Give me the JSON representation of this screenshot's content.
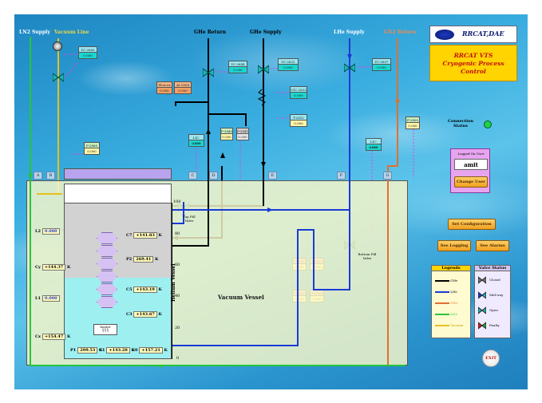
{
  "header": {
    "logo_text": "RRCAT,DAE",
    "title_line1": "RRCAT VTS",
    "title_line2": "Cryogenic Process",
    "title_line3": "Control"
  },
  "lines": {
    "ln2_supply": "LN2 Supply",
    "vacuum_line": "Vacuum Line",
    "ghe_return": "GHe Return",
    "ghe_supply": "GHe Supply",
    "lhe_supply": "LHe Supply",
    "gn2_return": "GN2 Return"
  },
  "tags": {
    "yc2860": {
      "name": "YC-2860",
      "value": "0.000"
    },
    "p2860": {
      "name": "P-2860",
      "value": "0.000"
    },
    "yc2844": {
      "name": "YC-2844",
      "value": "0.000"
    },
    "yc2832": {
      "name": "YC-2832",
      "value": "0.000"
    },
    "uic2833": {
      "name": "UIC-2833",
      "value": "0.000"
    },
    "t2832": {
      "name": "T-2832",
      "value": "0.000"
    },
    "yc2807": {
      "name": "YC-2807",
      "value": "0.000"
    },
    "p2800": {
      "name": "P-2800",
      "value": "0.000"
    },
    "flow": {
      "name": "Flow.ex",
      "value": "0.000"
    },
    "ai2804": {
      "name": "AI-2804",
      "value": "0.000"
    },
    "p2840": {
      "name": "P-2840",
      "value": "0.000"
    },
    "p2841": {
      "name": "P-2841",
      "value": "0.000"
    },
    "lic2820": {
      "name": "LIC-2820",
      "value": "0.000"
    },
    "lic2830": {
      "name": "LIC-2830",
      "value": "0.000"
    },
    "p2810": {
      "name": "P-2810",
      "value": "0.000"
    },
    "t2810": {
      "name": "T-2810",
      "value": "0.000"
    },
    "p2820": {
      "name": "P-2820",
      "value": "0.000"
    },
    "t2820": {
      "name": "T-2820",
      "value": "0.000"
    }
  },
  "columns": [
    "A",
    "B",
    "C",
    "D",
    "E",
    "F",
    "G"
  ],
  "vessel": {
    "helium_vessel_label": "Helium Vessel",
    "vacuum_vessel_label": "Vacuum Vessel",
    "level_scale": [
      "100",
      "80",
      "60",
      "40",
      "20",
      "0"
    ],
    "top_fill_valve": "Top Fill Valve",
    "bottom_fill_valve": "Bottom Fill Valve",
    "heater_label": "heater"
  },
  "readings": {
    "l2": {
      "label": "L2",
      "value": "0.000"
    },
    "cy": {
      "label": "Cy",
      "value": "+144.37",
      "unit": "K"
    },
    "l1": {
      "label": "L1",
      "value": "0.000"
    },
    "cx": {
      "label": "Cx",
      "value": "+154.47",
      "unit": "K"
    },
    "c7": {
      "label": "C7",
      "value": "+141.83",
      "unit": "K"
    },
    "p2": {
      "label": "P2",
      "value": "269.41",
      "unit": "K"
    },
    "c5": {
      "label": "C5",
      "value": "+143.19",
      "unit": "K"
    },
    "c3": {
      "label": "C3",
      "value": "+143.67",
      "unit": "K"
    },
    "p1": {
      "label": "P1",
      "value": "299.53",
      "unit": "K"
    },
    "c1": {
      "label": "C1",
      "value": "+143.28",
      "unit": "K"
    },
    "c0": {
      "label": "C0",
      "value": "+157.21",
      "unit": "K"
    }
  },
  "connection": {
    "label_line1": "Connection",
    "label_line2": "Status",
    "color": "#1fd14a"
  },
  "login": {
    "title": "Logged On User",
    "user": "amit",
    "change_user": "Change User"
  },
  "buttons": {
    "set_config": "Set Configuration",
    "see_logging": "See Logging",
    "see_alarms": "See Alarms",
    "exit": "EXIT"
  },
  "legends": {
    "title": "Legends",
    "items": [
      {
        "label": "GHe",
        "color": "#000000"
      },
      {
        "label": "LHe",
        "color": "#1a3ad6"
      },
      {
        "label": "GN2",
        "color": "#e07030"
      },
      {
        "label": "LN2",
        "color": "#29c43a"
      },
      {
        "label": "Vacuum",
        "color": "#e6c020"
      }
    ]
  },
  "valve_status": {
    "title": "Valve Status",
    "items": [
      "Closed",
      "Mid-way",
      "Open",
      "Faulty"
    ]
  }
}
